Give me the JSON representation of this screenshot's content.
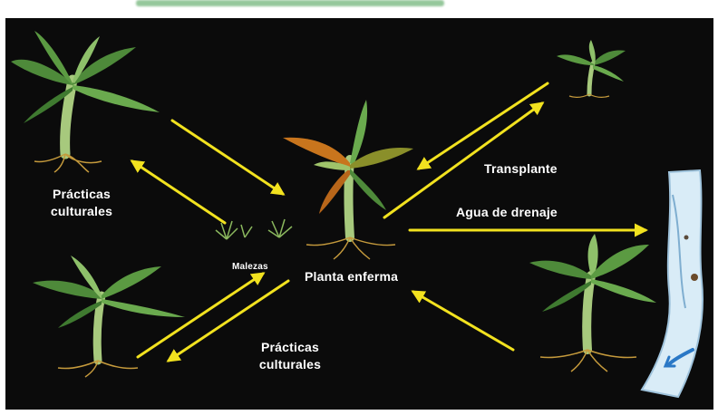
{
  "labels": {
    "practicas_left_line1": "Prácticas",
    "practicas_left_line2": "culturales",
    "practicas_bottom_line1": "Prácticas",
    "practicas_bottom_line2": "culturales",
    "transplante": "Transplante",
    "agua_drenaje": "Agua de drenaje",
    "planta_enferma": "Planta enferma",
    "malezas": "Malezas"
  },
  "colors": {
    "background": "#0b0b0b",
    "arrow": "#f2e21f",
    "leaf": "#4e8a3a",
    "leaf_light": "#8ec06a",
    "stem": "#a7c97d",
    "roots": "#c59a3c",
    "water": "#d9ecf7",
    "diseased_leaf": "#c8751d"
  },
  "icons": [
    "banana-plant-icon",
    "weed-icon",
    "arrow-icon",
    "water-channel-icon"
  ]
}
